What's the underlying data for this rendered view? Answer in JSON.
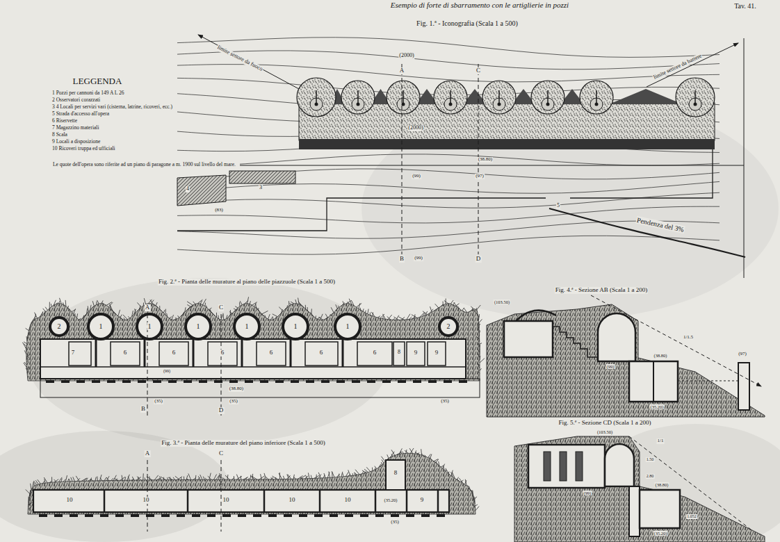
{
  "diagram": {
    "title": "Esempio di forte di sbarramento con le artiglierie in pozzi",
    "labels": [
      "Tav. 41.",
      "Fig. 1.ª - Iconografia (Scala 1 a 500)",
      "limite settore da fuoco",
      "limite settore da battere",
      "(2000)",
      "A",
      "C",
      "(2000)",
      "(38.80)",
      "(99)",
      "(97)",
      "4",
      "3",
      "(83)",
      "5",
      "Pendenza del 3%",
      "B",
      "(99)",
      "D",
      "LEGGENDA",
      "Le quote dell'opera sono riferite ad un piano di paragone a m. 1900 sul livello del mare.",
      "Fig. 2.ª - Pianta delle murature al piano delle piazzuole (Scala 1 a 500)",
      "A",
      "C",
      "2",
      "1",
      "1",
      "1",
      "1",
      "1",
      "1",
      "2",
      "7",
      "6",
      "6",
      "6",
      "6",
      "6",
      "6",
      "8",
      "9",
      "9",
      "(99)",
      "(38.80)",
      "B",
      "(35)",
      "D",
      "(35)",
      "(35)",
      "Fig. 3.ª - Pianta delle murature del piano inferiore (Scala 1 a 500)",
      "A",
      "C",
      "10",
      "10",
      "10",
      "10",
      "10",
      "8",
      "9",
      "(35.20)",
      "(35)",
      "Fig. 4.ª - Sezione AB (Scala 1 a 200)",
      "(103.50)",
      "(99)",
      "(38.80)",
      "(35.20)",
      "1/1.5",
      "(97)",
      "Fig. 5.ª - Sezione CD (Scala 1 a 200)",
      "(103.50)",
      "1/1",
      "1.50",
      "2.80",
      "(38.80)",
      "(99)",
      "(35.20)",
      "1.052"
    ],
    "legend": [
      {
        "text": "1 Pozzi per cannoni da 149 A L 26"
      },
      {
        "text": "2 Osservatori corazzati"
      },
      {
        "text": "3 4 Locali per servizi vari (cisterna, latrine, ricoveri, ecc.)"
      },
      {
        "text": "5 Strada d'accesso all'opera"
      },
      {
        "text": "6 Riservette"
      },
      {
        "text": "7 Magazzino materiali"
      },
      {
        "text": "8 Scala"
      },
      {
        "text": "9 Locali a disposizione"
      },
      {
        "text": "10 Ricoveri truppa ed ufficiali"
      }
    ]
  }
}
